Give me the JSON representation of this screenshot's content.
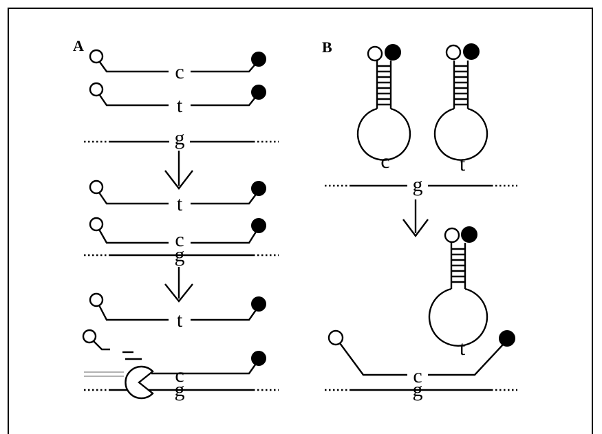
{
  "panels": {
    "a": "A",
    "b": "B"
  },
  "labels": {
    "a_c": "c",
    "a_t": "t",
    "a_g": "g",
    "a2_t": "t",
    "a2_c": "c",
    "a2_g": "g",
    "a3_t": "t",
    "a3_c": "c",
    "a3_g": "g",
    "b_c": "c",
    "b_t": "t",
    "b_g": "g",
    "b2_t": "t",
    "b2_c": "c",
    "b2_g": "g"
  }
}
